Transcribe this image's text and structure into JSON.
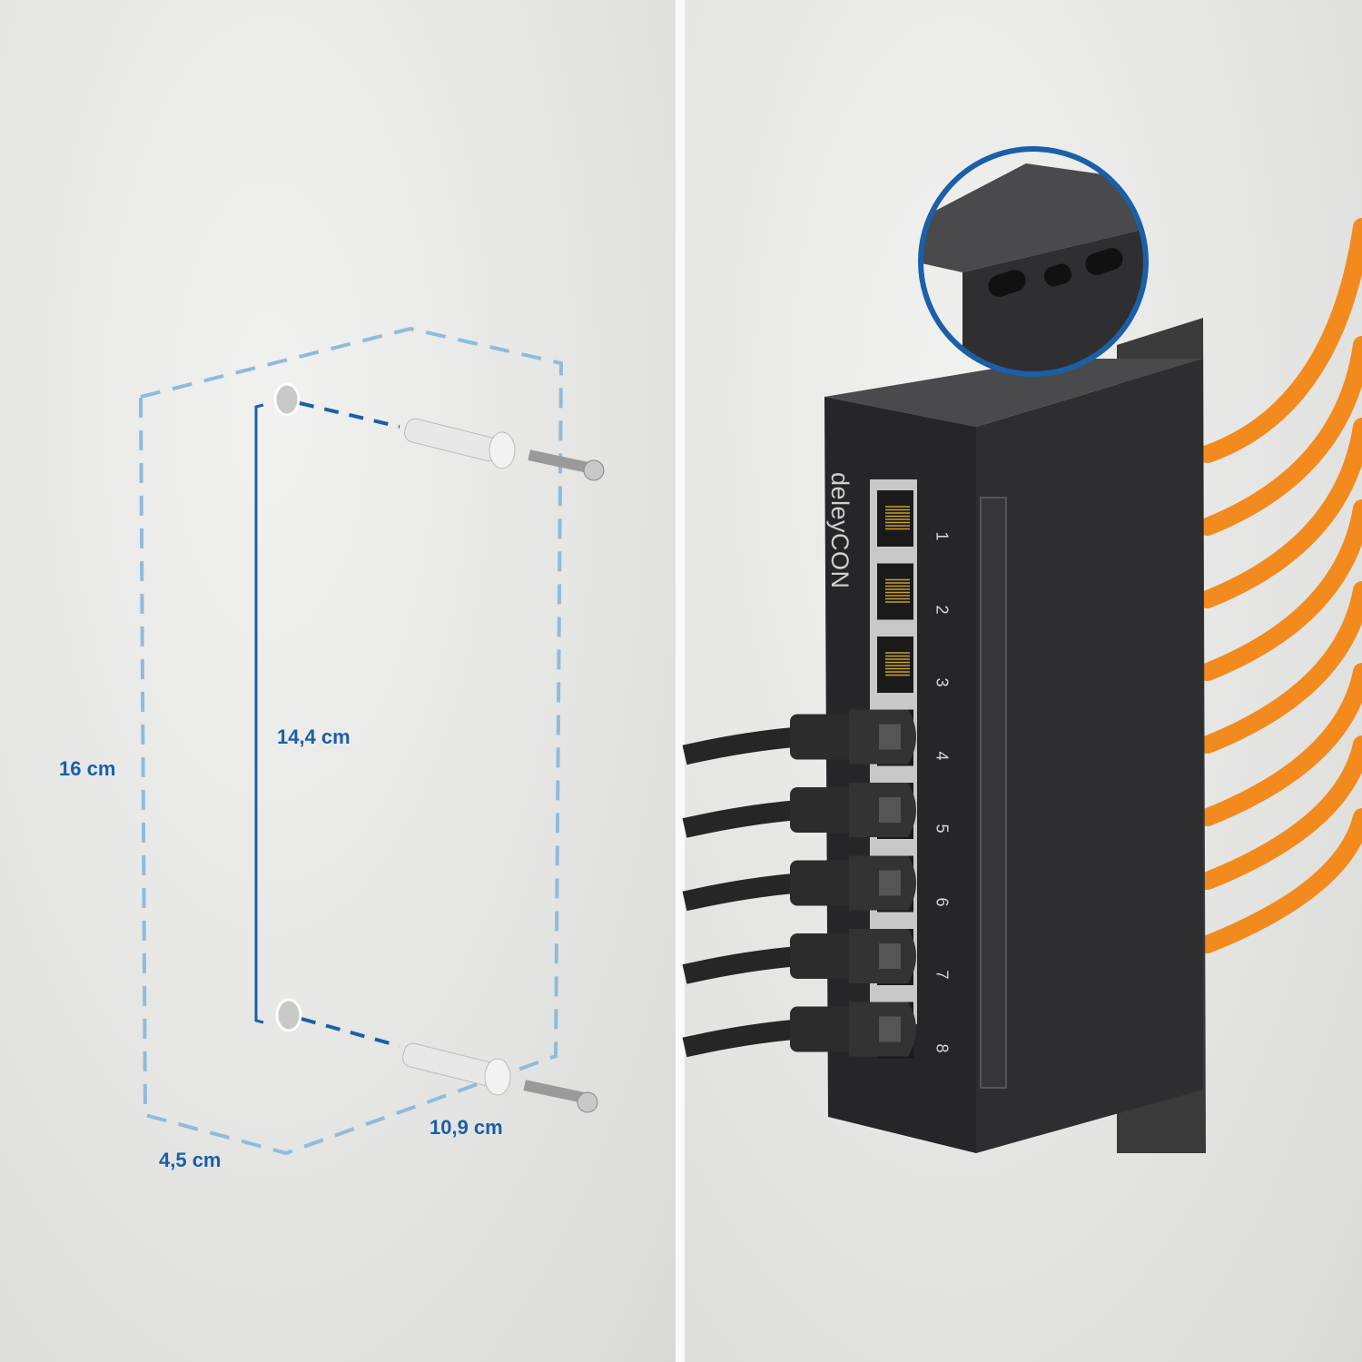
{
  "dimensions": {
    "height_total": "16 cm",
    "hole_spacing": "14,4 cm",
    "depth": "4,5 cm",
    "width": "10,9 cm"
  },
  "product": {
    "brand": "deleyCON",
    "port_numbers": [
      "1",
      "2",
      "3",
      "4",
      "5",
      "6",
      "7",
      "8"
    ]
  },
  "colors": {
    "accent": "#1a5fa8",
    "dashed_outline": "#8fbbdc",
    "device": "#2b2b2c",
    "cable_orange": "#f28a1e",
    "cable_black": "#262626"
  }
}
